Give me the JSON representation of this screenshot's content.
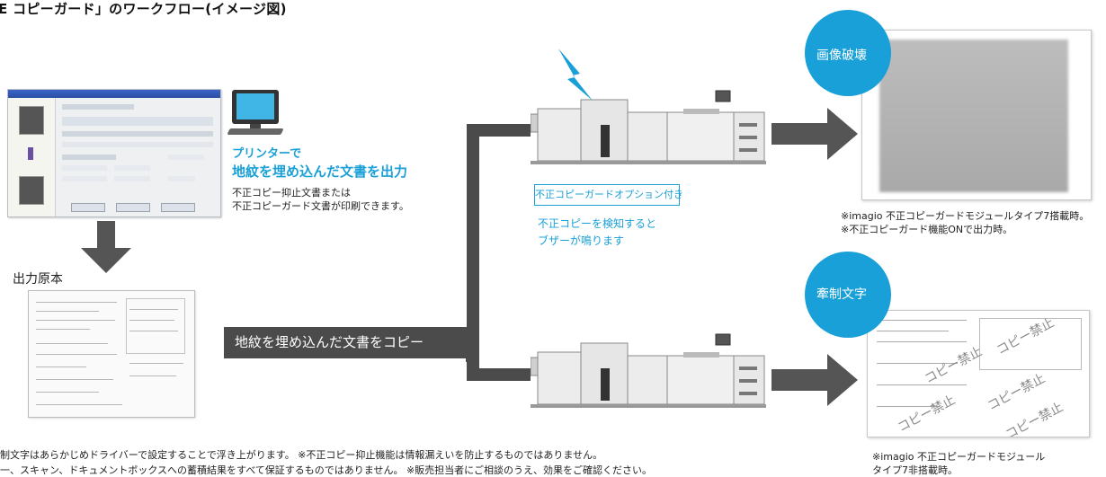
{
  "title": "E コピーガード」のワークフロー(イメージ図)",
  "printer_heading_1": "プリンターで",
  "printer_heading_2": "地紋を埋め込んだ文書を出力",
  "printer_desc_1": "不正コピー抑止文書または",
  "printer_desc_2": "不正コピーガード文書が印刷できます。",
  "output_original_label": "出力原本",
  "copy_banner": "地紋を埋め込んだ文書をコピー",
  "option_badge": "不正コピーガードオプション付き",
  "detect_note_1": "不正コピーを検知すると",
  "detect_note_2": "ブザーが鳴ります",
  "result_destroy_label": "画像破壊",
  "result_destroy_note_1": "※imagio 不正コピーガードモジュールタイプ7搭載時。",
  "result_destroy_note_2": "※不正コピーガード機能ONで出力時。",
  "result_restrain_label": "牽制文字",
  "result_restrain_note_1": "※imagio 不正コピーガードモジュール",
  "result_restrain_note_2": "タイプ7非搭載時。",
  "footer_line_1": "制文字はあらかじめドライバーで設定することで浮き上がります。 ※不正コピー抑止機能は情報漏えいを防止するものではありません。",
  "footer_line_2": "一、スキャン、ドキュメントボックスへの蓄積結果をすべて保証するものではありません。 ※販売担当者にご相談のうえ、効果をご確認ください。",
  "watermark_text": "コピー禁止",
  "colors": {
    "accent": "#1aa0d8",
    "dark": "#4b4b4b",
    "arrow": "#555555"
  }
}
